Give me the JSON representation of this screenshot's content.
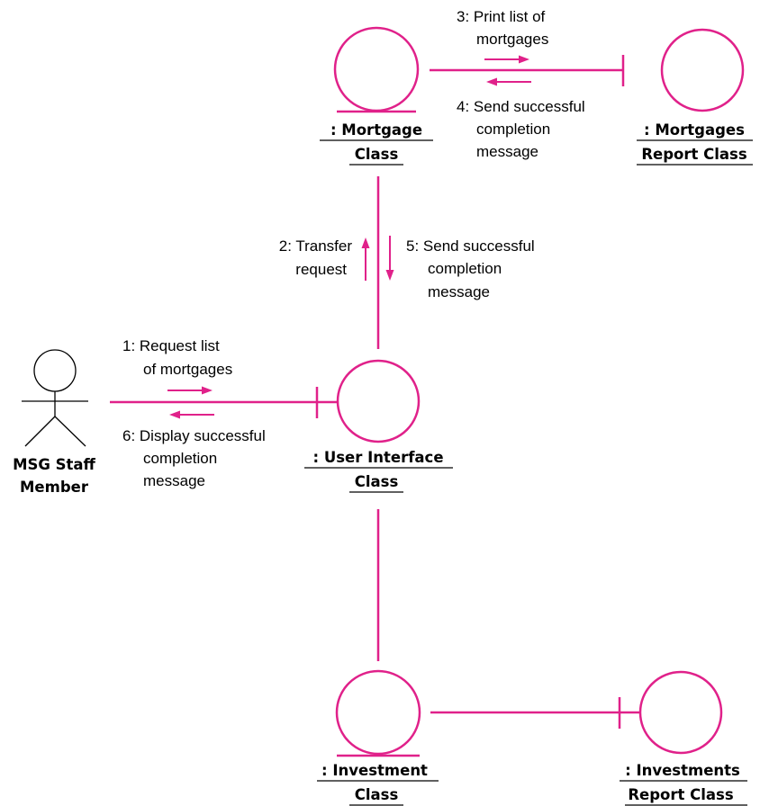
{
  "colors": {
    "connector": "#e0218a",
    "text": "#000000",
    "background": "#ffffff"
  },
  "actor": {
    "icon": "stick-figure-icon",
    "name_line1": "MSG Staff",
    "name_line2": "Member"
  },
  "classes": {
    "mortgage": {
      "icon": "entity-class-icon",
      "line1": ": Mortgage",
      "line2": "Class"
    },
    "mortgages_report": {
      "icon": "boundary-class-icon",
      "line1": ": Mortgages",
      "line2": "Report Class"
    },
    "user_interface": {
      "icon": "boundary-class-icon",
      "line1": ": User Interface",
      "line2": "Class"
    },
    "investment": {
      "icon": "entity-class-icon",
      "line1": ": Investment",
      "line2": "Class"
    },
    "investments_report": {
      "icon": "boundary-class-icon",
      "line1": ": Investments",
      "line2": "Report Class"
    }
  },
  "messages": {
    "m1": {
      "line1": "1: Request list",
      "line2": "of mortgages"
    },
    "m2": {
      "line1": "2: Transfer",
      "line2": "request"
    },
    "m3": {
      "line1": "3: Print list of",
      "line2": "mortgages"
    },
    "m4": {
      "line1": "4: Send successful",
      "line2": "completion",
      "line3": "message"
    },
    "m5": {
      "line1": "5: Send successful",
      "line2": "completion",
      "line3": "message"
    },
    "m6": {
      "line1": "6: Display successful",
      "line2": "completion",
      "line3": "message"
    }
  }
}
